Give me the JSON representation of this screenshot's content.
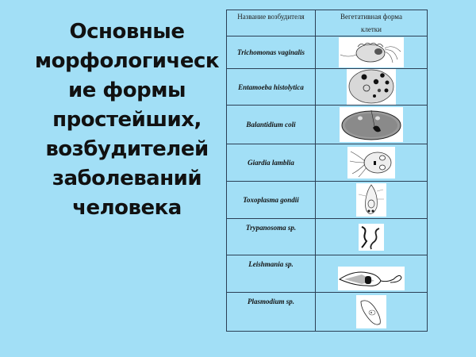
{
  "slide": {
    "background": "#a2dff6",
    "title_lines": [
      "Основные",
      "морфологическ",
      "ие формы",
      "простейших,",
      "возбудителей",
      "заболеваний",
      "человека"
    ]
  },
  "table": {
    "headers": {
      "col1": "Название возбудителя",
      "col2_line1": "Вегетативная форма",
      "col2_line2": "клетки"
    },
    "rows": [
      {
        "name": "Trichomonas vaginalis",
        "image": "trichomonas-cell-drawing"
      },
      {
        "name": "Entamoeba histolytica",
        "image": "entamoeba-cell-drawing"
      },
      {
        "name": "Balantidium coli",
        "image": "balantidium-cell-drawing"
      },
      {
        "name": "Giardia lamblia",
        "image": "giardia-cell-drawing"
      },
      {
        "name": "Toxoplasma gondii",
        "image": "toxoplasma-cell-drawing"
      },
      {
        "name": "Trypanosoma sp.",
        "image": "trypanosoma-cell-drawing"
      },
      {
        "name": "Leishmania sp.",
        "image": "leishmania-cell-drawing"
      },
      {
        "name": "Plasmodium sp.",
        "image": "plasmodium-cell-drawing"
      }
    ]
  }
}
